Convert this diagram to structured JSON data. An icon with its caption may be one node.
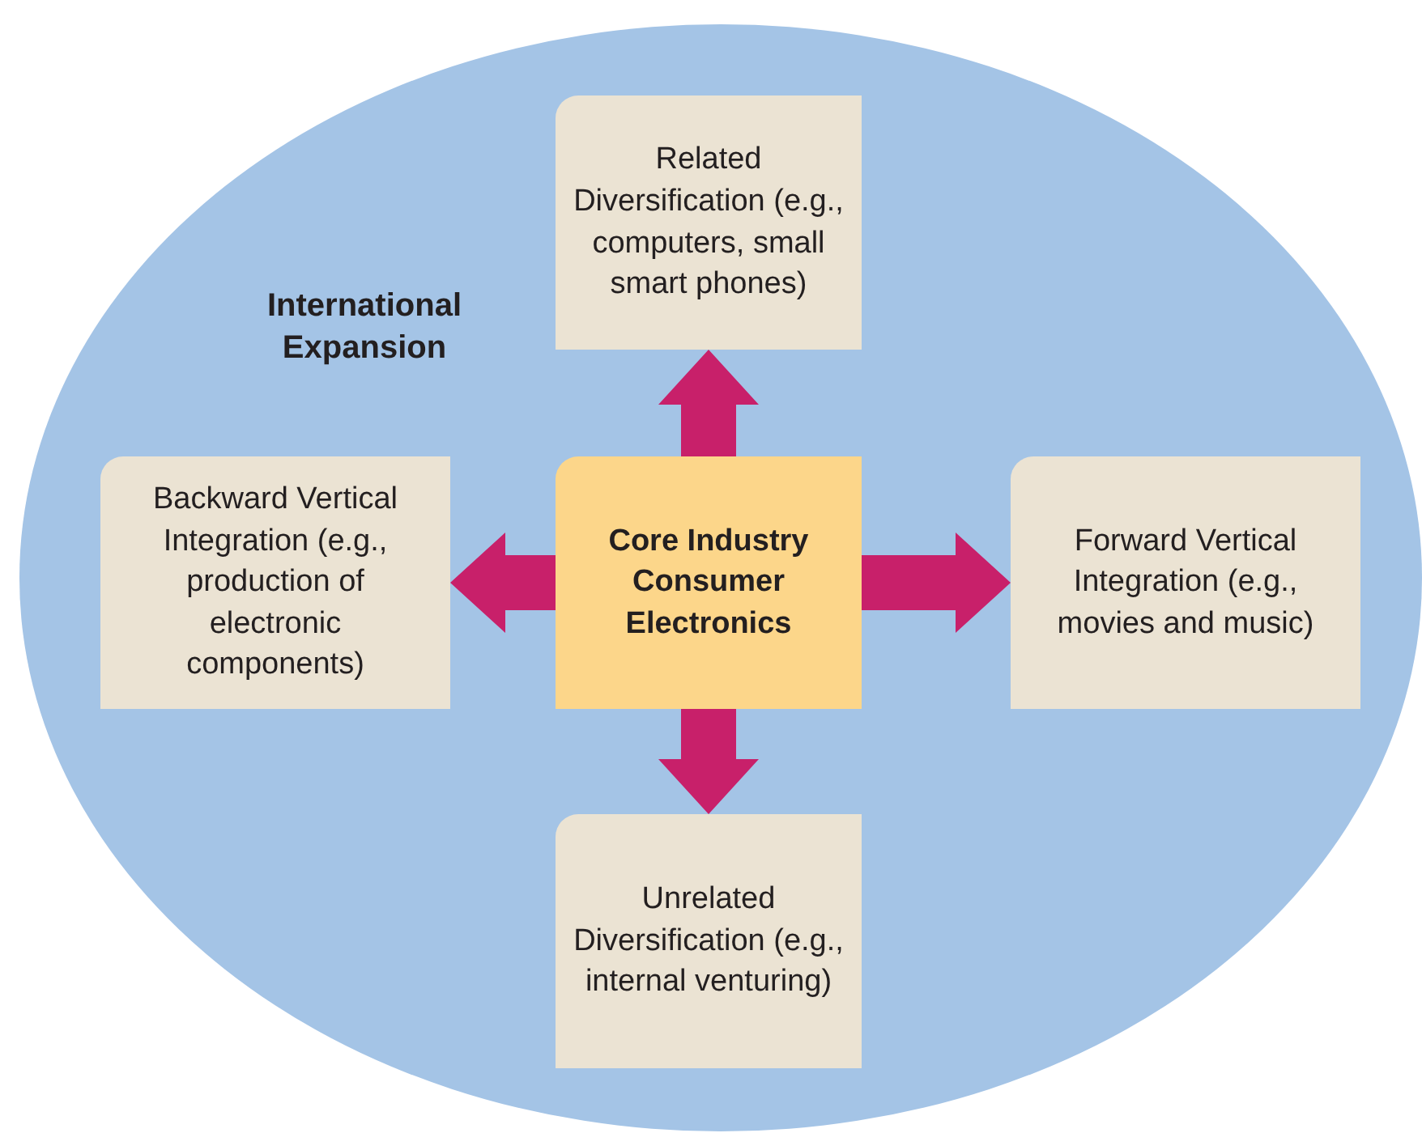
{
  "diagram": {
    "nodes": [
      {
        "text": [
          "International Expansion"
        ]
      },
      {
        "text": [
          "Related Diversification (e.g., computers, small smart phones)"
        ],
        "in": 0
      },
      {
        "text": [
          "Backward Vertical Integration (e.g., production of electronic components)"
        ],
        "in": 0
      },
      {
        "text": [
          "Core Industry Consumer Electronics"
        ],
        "in": 0
      },
      {
        "text": [
          "Forward Vertical Integration (e.g., movies and music)"
        ],
        "in": 0
      },
      {
        "text": [
          "Unrelated Diversification (e.g., internal venturing)"
        ],
        "in": 0
      }
    ],
    "edges": [
      {
        "from": 3,
        "to": 1,
        "arrow": "to",
        "style": "thick"
      },
      {
        "from": 3,
        "to": 2,
        "arrow": "to",
        "style": "thick"
      },
      {
        "from": 3,
        "to": 4,
        "arrow": "to",
        "style": "thick"
      },
      {
        "from": 3,
        "to": 5,
        "arrow": "to",
        "style": "thick"
      }
    ]
  }
}
